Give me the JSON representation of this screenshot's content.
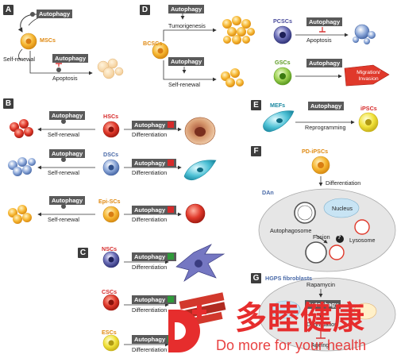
{
  "panels": {
    "a": {
      "label": "A",
      "autophagy1": "Autophagy",
      "autophagy2": "Autophagy",
      "cell": "MSCs",
      "self_renewal": "Self-renewal",
      "apoptosis": "Apoptosis"
    },
    "b": {
      "label": "B",
      "rows": [
        {
          "autophagy": "Autophagy",
          "cell": "HSCs",
          "self_renewal": "Self-renewal",
          "autophagy2": "Autophagy",
          "differentiation": "Differentiation"
        },
        {
          "autophagy": "Autophagy",
          "cell": "DSCs",
          "self_renewal": "Self-renewal",
          "autophagy2": "Autophagy",
          "differentiation": "Differentiation"
        },
        {
          "autophagy": "Autophagy",
          "cell": "Epi-SCs",
          "self_renewal": "Self-renewal",
          "autophagy2": "Autophagy",
          "differentiation": "Differentiation"
        }
      ]
    },
    "c": {
      "label": "C",
      "rows": [
        {
          "cell": "NSCs",
          "autophagy": "Autophagy",
          "differentiation": "Differentiation"
        },
        {
          "cell": "CSCs",
          "autophagy": "Autophagy",
          "differentiation": "Differentiation"
        },
        {
          "cell": "ESCs",
          "autophagy": "Autophagy",
          "differentiation": "Differentiation"
        }
      ]
    },
    "d": {
      "label": "D",
      "autophagy1": "Autophagy",
      "tumorigenesis": "Tumorigenesis",
      "cell": "BCSCs",
      "autophagy2": "Autophagy",
      "self_renewal": "Self-renewal",
      "pcscs": "PCSCs",
      "autophagy3": "Autophagy",
      "apoptosis": "Apoptosis",
      "gscs": "GSCs",
      "autophagy4": "Autophagy",
      "migration": "Migration/\nInvasion"
    },
    "e": {
      "label": "E",
      "mefs": "MEFs",
      "autophagy": "Autophagy",
      "reprogramming": "Reprogramming",
      "ipscs": "iPSCs"
    },
    "f": {
      "label": "F",
      "pd_ipscs": "PD-iPSCs",
      "differentiation": "Differentiation",
      "dan": "DAn",
      "nucleus": "Nucleus",
      "autophagosome": "Autophagosome",
      "fusion": "Fusion",
      "lysosome": "Lysosome",
      "question": "?"
    },
    "g": {
      "label": "G",
      "hgps": "HGPS fibroblasts",
      "rapamycin": "Rapamycin",
      "autophagy": "Autophagy",
      "degradation": "Degradation",
      "ageing": "Ageing"
    }
  },
  "watermark": {
    "brand": "多睦健康",
    "slogan": "Do more for your health",
    "logo_letter": "D"
  },
  "colors": {
    "red": "#d62b2b",
    "green": "#2f9a3a",
    "orange": "#f0a020",
    "dark_box": "#5a5a5a",
    "logo_red": "#e62d2d"
  }
}
